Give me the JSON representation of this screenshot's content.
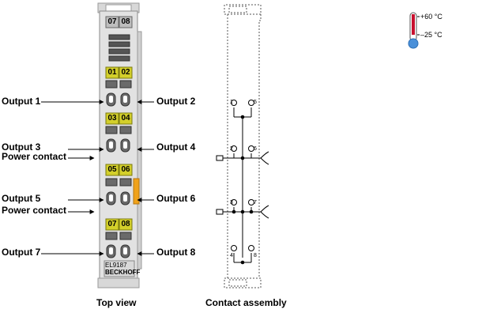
{
  "labels": {
    "output1": "Output 1",
    "output2": "Output 2",
    "output3": "Output 3",
    "output4": "Output 4",
    "power1": "Power contact",
    "output5": "Output 5",
    "output6": "Output 6",
    "power2": "Power contact",
    "output7": "Output 7",
    "output8": "Output 8"
  },
  "captions": {
    "top_view": "Top view",
    "contact_assembly": "Contact assembly"
  },
  "module": {
    "header_left": "07",
    "header_right": "08",
    "ch": [
      "01",
      "02",
      "03",
      "04",
      "05",
      "06",
      "07",
      "08"
    ],
    "model": "EL9187",
    "brand": "BECKHOFF"
  },
  "contacts": [
    "1",
    "5",
    "2",
    "6",
    "3",
    "7",
    "4",
    "8"
  ],
  "temperature": {
    "max": "+60 °C",
    "min": "–25 °C"
  },
  "colors": {
    "channel_yellow": "#d3cf2a",
    "accent_orange": "#f0a21a",
    "housing": "#e2e2e2",
    "thermo_red": "#c8102e",
    "thermo_blue": "#4a90d9"
  }
}
